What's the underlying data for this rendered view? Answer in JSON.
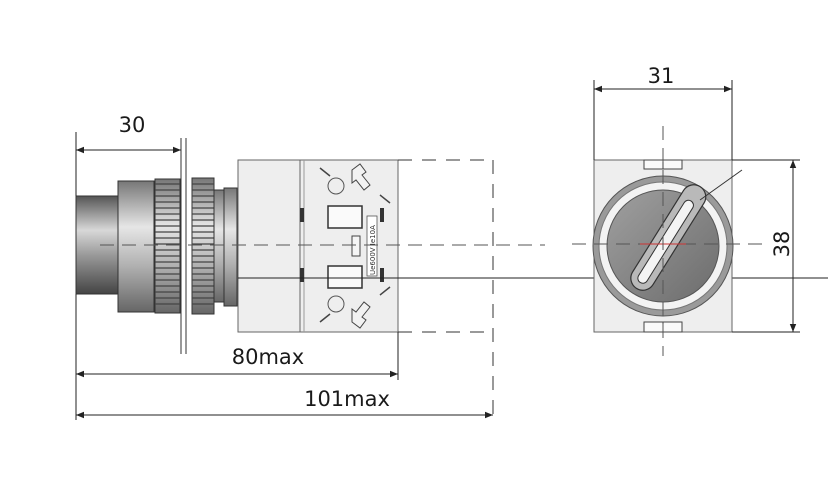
{
  "dimensions": {
    "side_depth": "30",
    "max_length_body": "80max",
    "max_length_total": "101max",
    "front_width": "31",
    "front_height": "38"
  },
  "labels": {
    "contact_block_marking": "Ue600V Ie10A"
  },
  "colors": {
    "housing_fill": "#eeeeee",
    "knob_fill": "#8a8a8a",
    "bezel_fill": "#888888",
    "center_mark": "#cc3333"
  }
}
